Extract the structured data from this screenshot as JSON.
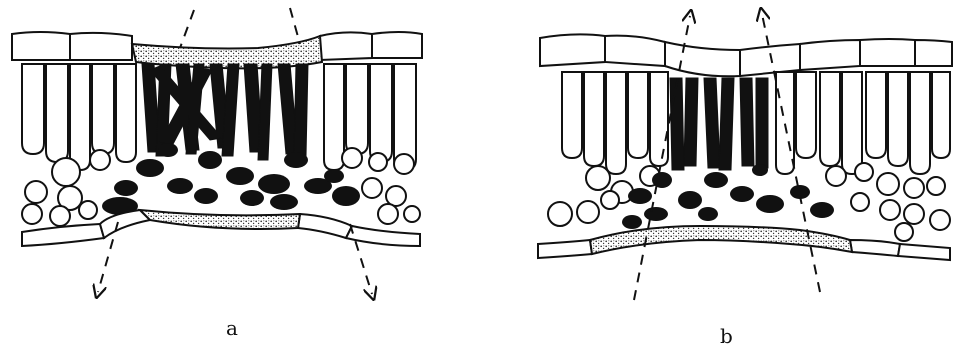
{
  "panels": [
    {
      "id": "a",
      "label": "a"
    },
    {
      "id": "b",
      "label": "b"
    }
  ]
}
